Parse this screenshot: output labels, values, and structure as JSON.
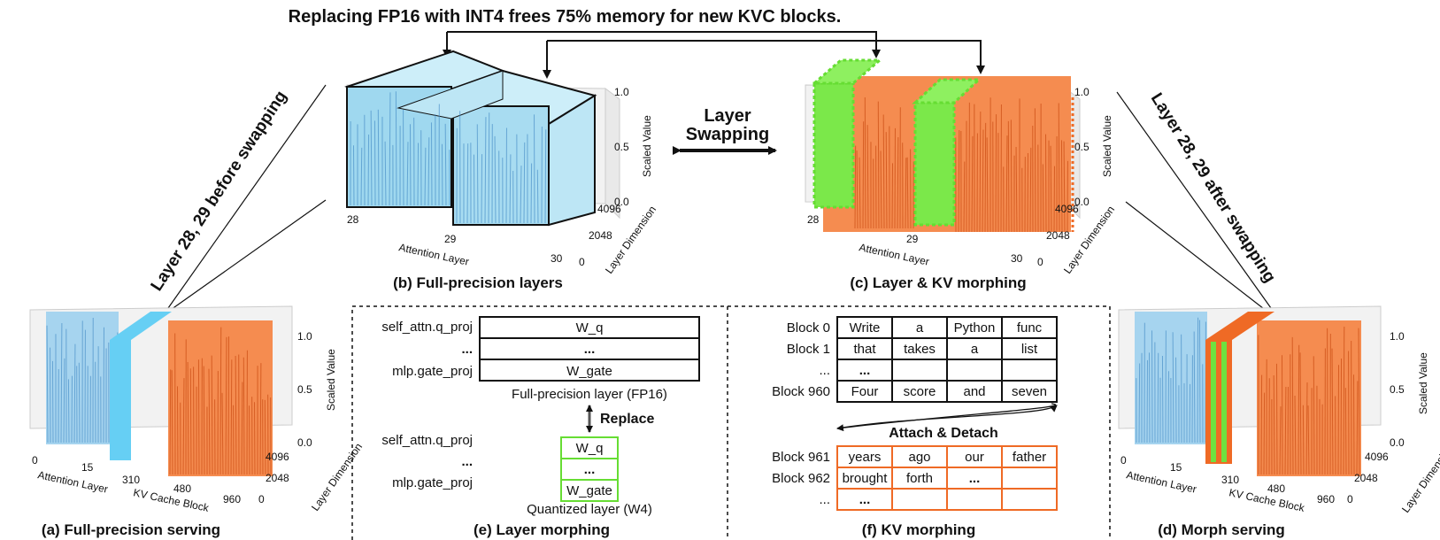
{
  "title": "Replacing FP16 with INT4 frees 75% memory for new KVC blocks.",
  "swap_label": [
    "Layer",
    "Swapping"
  ],
  "diag_left": "Layer 28, 29 before swapping",
  "diag_right": "Layer 28, 29 after swapping",
  "captions": {
    "a": "(a) Full-precision serving",
    "b": "(b) Full-precision layers",
    "c": "(c) Layer & KV morphing",
    "d": "(d) Morph serving",
    "e": "(e) Layer morphing",
    "f": "(f) KV morphing"
  },
  "small_axes": {
    "x_label": "Attention Layer",
    "x_label2": "KV Cache Block",
    "x_ticks": [
      "0",
      "15",
      "310",
      "480",
      "960"
    ],
    "y_label": "Layer Dimension",
    "y_ticks": [
      "0",
      "2048",
      "4096"
    ],
    "z_label": "Scaled Value",
    "z_ticks": [
      "0.0",
      "0.5",
      "1.0"
    ]
  },
  "big_axes": {
    "x_label": "Attention Layer",
    "x_ticks": [
      "28",
      "29",
      "30"
    ],
    "y_label": "Layer Dimension",
    "y_ticks": [
      "0",
      "2048",
      "4096"
    ],
    "z_label": "Scaled Value",
    "z_ticks": [
      "0.0",
      "0.5",
      "1.0"
    ]
  },
  "layer_morphing": {
    "fp_rows": [
      "self_attn.q_proj",
      "...",
      "mlp.gate_proj"
    ],
    "fp_cells": [
      "W_q",
      "...",
      "W_gate"
    ],
    "fp_label": "Full-precision layer (FP16)",
    "replace": "Replace",
    "q_rows": [
      "self_attn.q_proj",
      "...",
      "mlp.gate_proj"
    ],
    "q_cells": [
      "W_q",
      "...",
      "W_gate"
    ],
    "q_label": "Quantized layer (W4)"
  },
  "kv_morphing": {
    "top_blocks": [
      "Block 0",
      "Block 1",
      "...",
      "Block 960"
    ],
    "top_rows": [
      [
        "Write",
        "a",
        "Python",
        "func"
      ],
      [
        "that",
        "takes",
        "a",
        "list"
      ],
      [
        "...",
        "",
        "",
        ""
      ],
      [
        "Four",
        "score",
        "and",
        "seven"
      ]
    ],
    "attach": "Attach & Detach",
    "bottom_blocks": [
      "Block 961",
      "Block 962",
      "..."
    ],
    "bottom_rows": [
      [
        "years",
        "ago",
        "our",
        "father"
      ],
      [
        "brought",
        "forth",
        "...",
        ""
      ],
      [
        "...",
        "",
        "",
        ""
      ]
    ]
  },
  "colors": {
    "fp_blue": "#4a90c8",
    "fp_light": "#bfe6f5",
    "kv_orange": "#ef6a25",
    "int4_green": "#6fe040",
    "swap_cyan": "#6cd0f0"
  }
}
